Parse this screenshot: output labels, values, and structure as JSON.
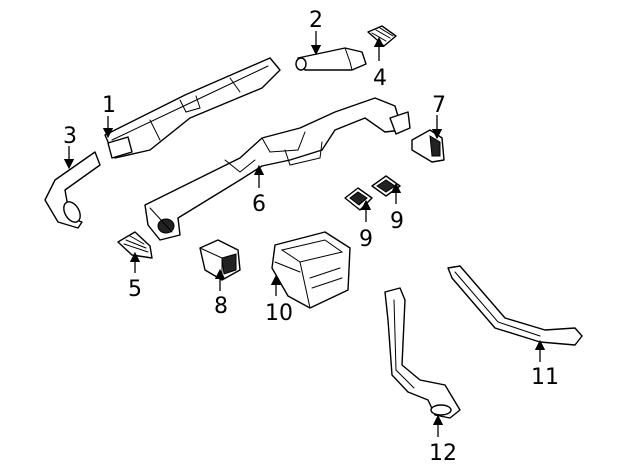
{
  "diagram": {
    "callouts": [
      {
        "id": "1",
        "label": "1"
      },
      {
        "id": "2",
        "label": "2"
      },
      {
        "id": "3",
        "label": "3"
      },
      {
        "id": "4",
        "label": "4"
      },
      {
        "id": "5",
        "label": "5"
      },
      {
        "id": "6",
        "label": "6"
      },
      {
        "id": "7",
        "label": "7"
      },
      {
        "id": "8",
        "label": "8"
      },
      {
        "id": "9a",
        "label": "9"
      },
      {
        "id": "9b",
        "label": "9"
      },
      {
        "id": "10",
        "label": "10"
      },
      {
        "id": "11",
        "label": "11"
      },
      {
        "id": "12",
        "label": "12"
      }
    ]
  }
}
